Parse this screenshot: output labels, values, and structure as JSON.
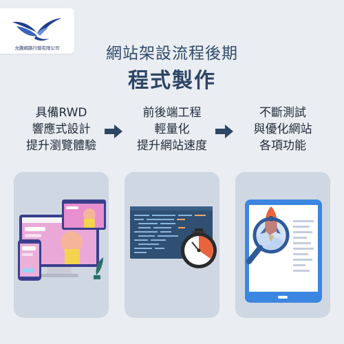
{
  "logo": {
    "company_name": "允騰網路行銷有限公司",
    "icon": "eagle-logo"
  },
  "title": "網站架設流程後期",
  "subtitle": "程式製作",
  "steps": [
    {
      "lines": [
        "具備RWD",
        "響應式設計",
        "提升瀏覽體驗"
      ],
      "illustration": "responsive-devices-illustration"
    },
    {
      "lines": [
        "前後端工程",
        "輕量化",
        "提升網站速度"
      ],
      "illustration": "code-stopwatch-illustration"
    },
    {
      "lines": [
        "不斷測試",
        "與優化網站",
        "各項功能"
      ],
      "illustration": "tablet-rocket-magnifier-illustration"
    }
  ],
  "arrows": [
    "right-arrow-icon",
    "right-arrow-icon"
  ],
  "colors": {
    "background": "#eaedf1",
    "title": "#2f4a6c",
    "card": "#cfd7e2",
    "accent_blue": "#3b86e0",
    "arrow": "#2e4666"
  }
}
